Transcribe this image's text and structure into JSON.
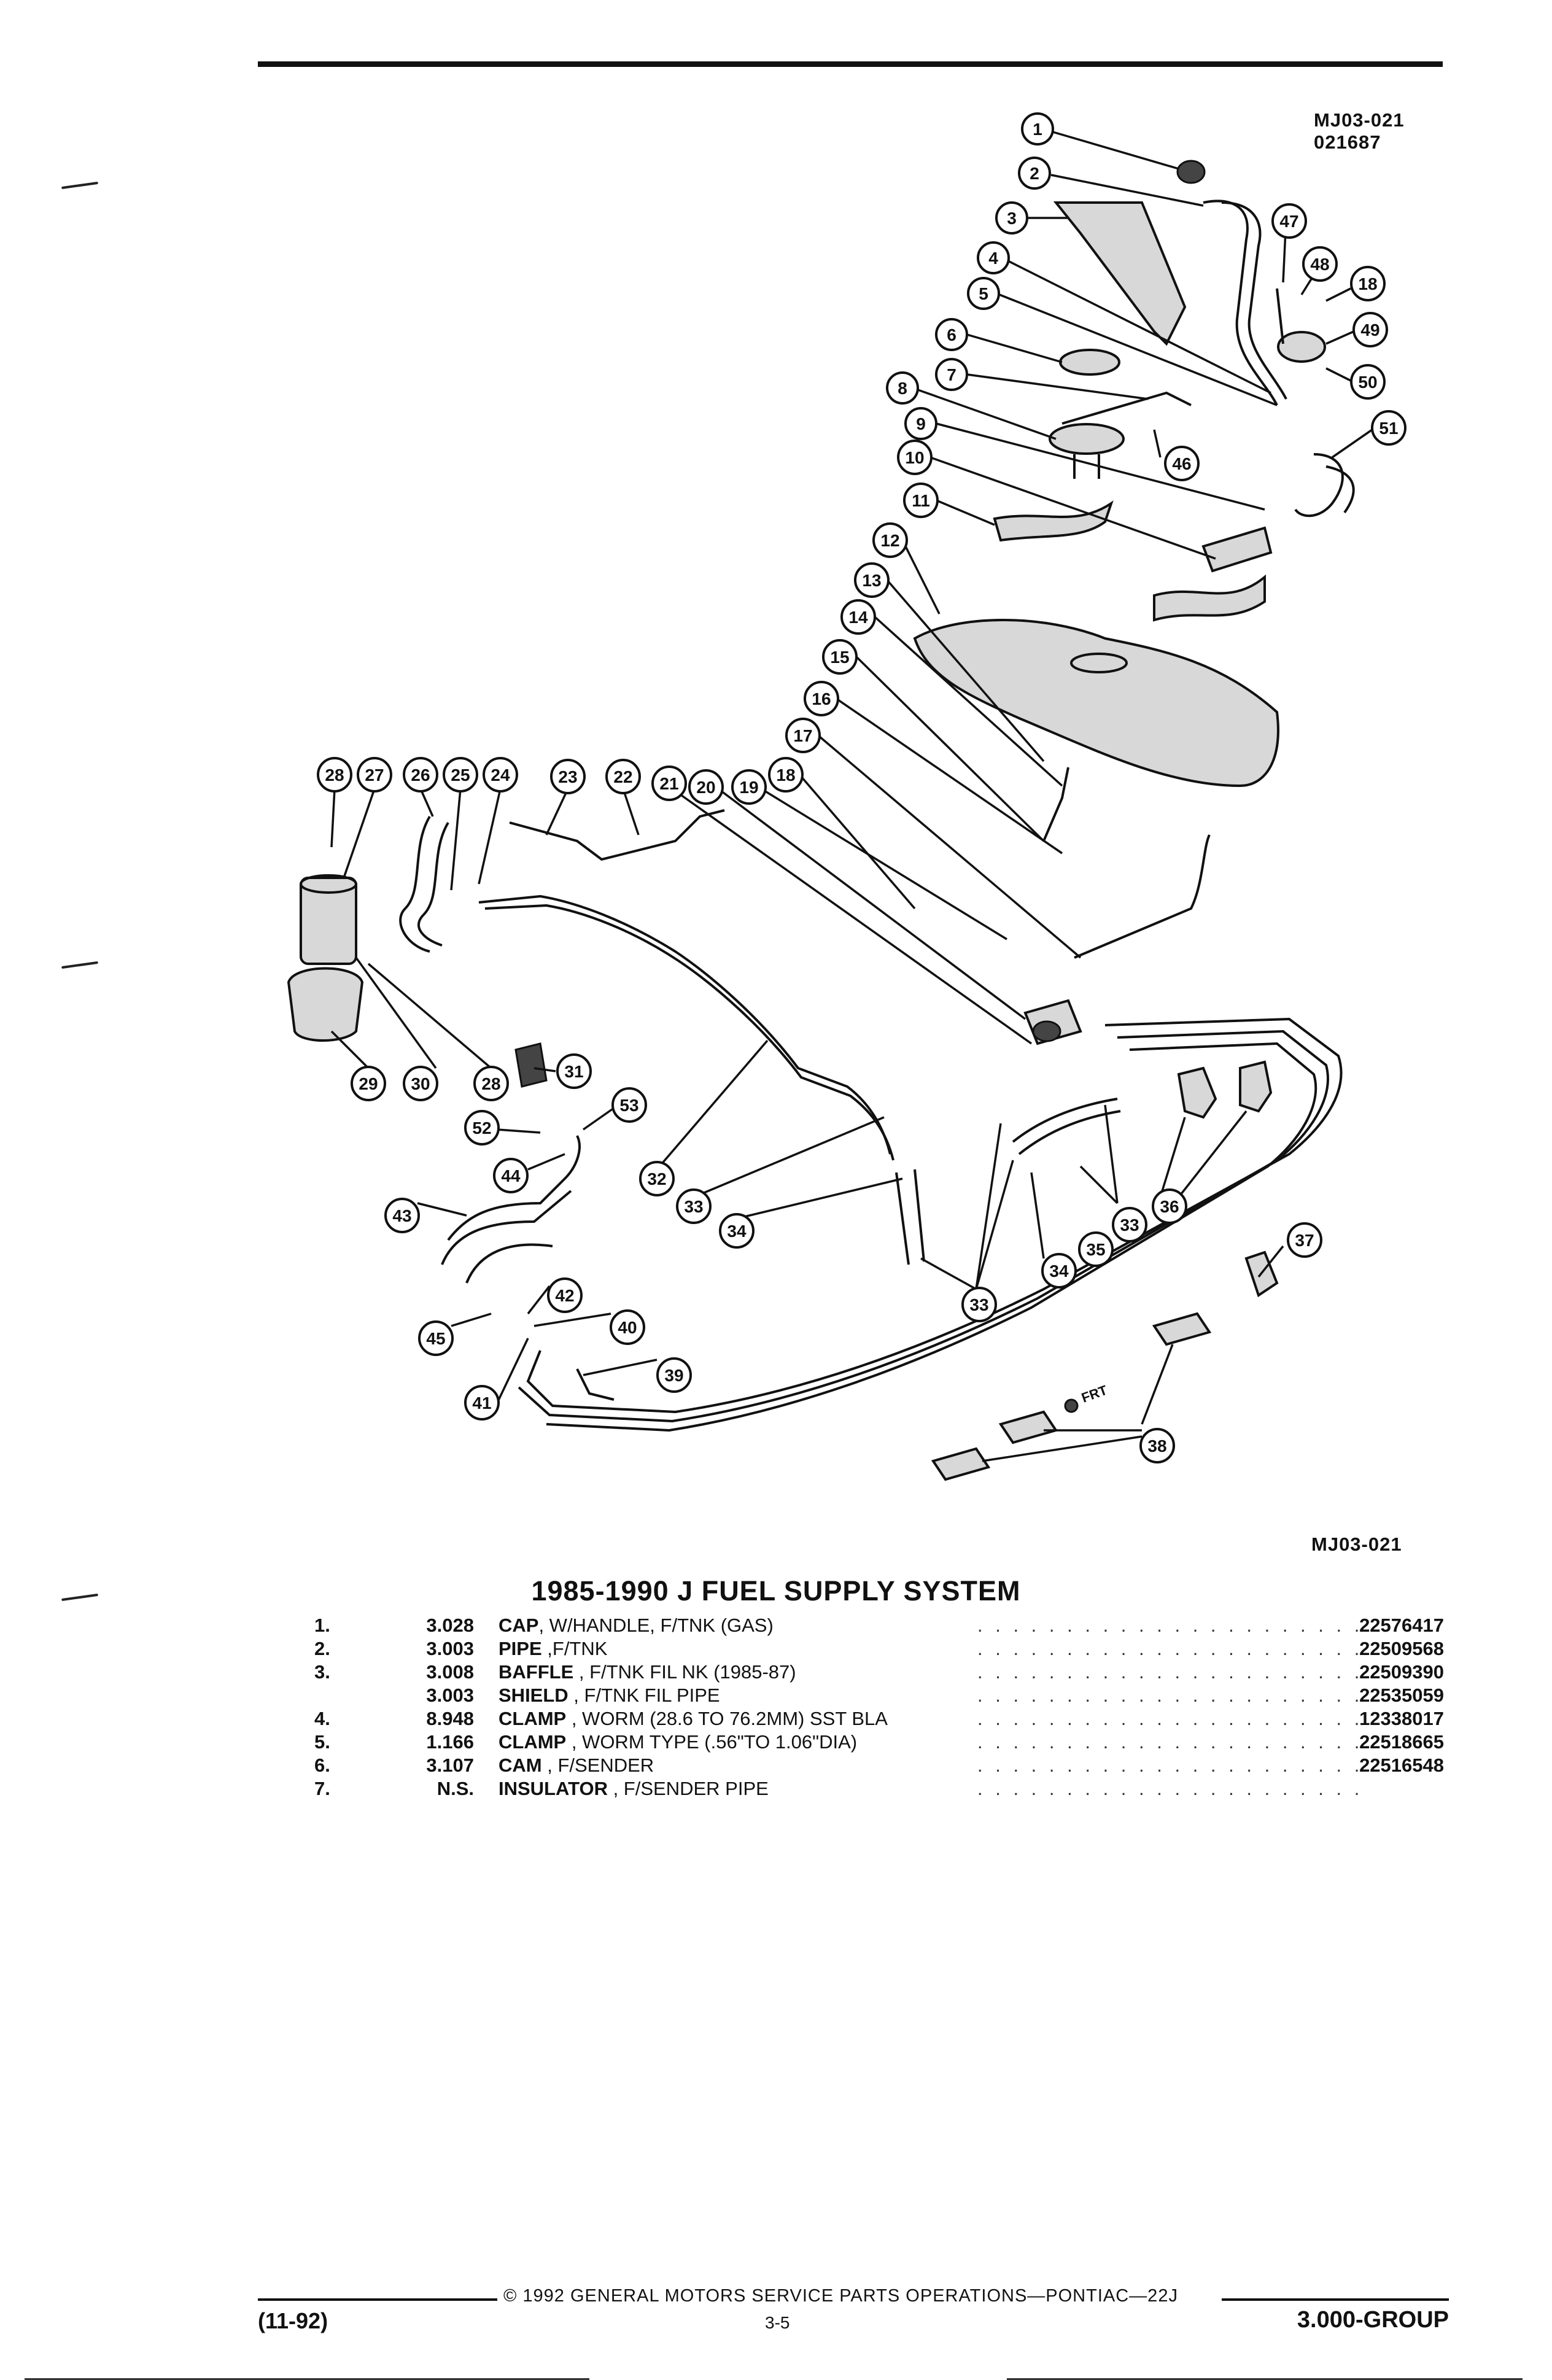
{
  "figure": {
    "code_top": "MJ03-021",
    "code_top_2": "021687",
    "code_bottom": "MJ03-021",
    "front_label": "FRT",
    "callouts": [
      "1",
      "2",
      "3",
      "4",
      "5",
      "6",
      "7",
      "8",
      "9",
      "10",
      "11",
      "12",
      "13",
      "14",
      "15",
      "16",
      "17",
      "18",
      "19",
      "20",
      "21",
      "22",
      "23",
      "24",
      "25",
      "26",
      "27",
      "28",
      "29",
      "30",
      "31",
      "32",
      "33",
      "34",
      "35",
      "36",
      "37",
      "38",
      "39",
      "40",
      "41",
      "42",
      "43",
      "44",
      "45",
      "46",
      "47",
      "48",
      "49",
      "50",
      "51",
      "52",
      "53"
    ]
  },
  "title": "1985-1990 J FUEL SUPPLY SYSTEM",
  "parts": [
    {
      "num": "1.",
      "qty": "3.028",
      "name": "CAP",
      "desc": ", W/HANDLE, F/TNK (GAS)",
      "dots": ". . . . . . . . . . . . . . . . . . . . . . . . . . . . . . . . . . . . . .",
      "pn": "22576417"
    },
    {
      "num": "2.",
      "qty": "3.003",
      "name": "PIPE",
      "desc": " ,F/TNK",
      "dots": ". . . . . . . . . . . . . . . . . . . . . . . . . . . . . . . . . . . . . .",
      "pn": "22509568"
    },
    {
      "num": "3.",
      "qty": "3.008",
      "name": "BAFFLE",
      "desc": " , F/TNK FIL NK (1985-87)",
      "dots": ". . . . . . . . . . . . . . . . . . . . . . . . . . . . . . . . . . . . . .",
      "pn": "22509390"
    },
    {
      "num": "",
      "qty": "3.003",
      "name": "SHIELD",
      "desc": " , F/TNK FIL PIPE",
      "dots": ". . . . . . . . . . . . . . . . . . . . . . . . . . . . . . . . . . . . . .",
      "pn": "22535059"
    },
    {
      "num": "4.",
      "qty": "8.948",
      "name": "CLAMP",
      "desc": " , WORM (28.6 TO 76.2MM) SST BLA",
      "dots": ". . . . . . . . . . . . . . . . . . . . . . . . . . . . . . . . . . . . . .",
      "pn": "12338017"
    },
    {
      "num": "5.",
      "qty": "1.166",
      "name": "CLAMP",
      "desc": " , WORM TYPE (.56\"TO 1.06\"DIA)",
      "dots": ". . . . . . . . . . . . . . . . . . . . . . . . . . . . . . . . . . . . . .",
      "pn": "22518665"
    },
    {
      "num": "6.",
      "qty": "3.107",
      "name": "CAM",
      "desc": " , F/SENDER",
      "dots": ". . . . . . . . . . . . . . . . . . . . . . . . . . . . . . . . . . . . . .",
      "pn": "22516548"
    },
    {
      "num": "7.",
      "qty": "N.S.",
      "name": "INSULATOR",
      "desc": " , F/SENDER PIPE",
      "dots": ". . . . . . . . . . . . . . . . . . . . . . . . . . . . . . . . . . . . . .",
      "pn": ""
    }
  ],
  "footer": {
    "copyright": "© 1992 GENERAL MOTORS SERVICE PARTS OPERATIONS—PONTIAC—22J",
    "date": "(11-92)",
    "page": "3-5",
    "group": "3.000-GROUP"
  }
}
